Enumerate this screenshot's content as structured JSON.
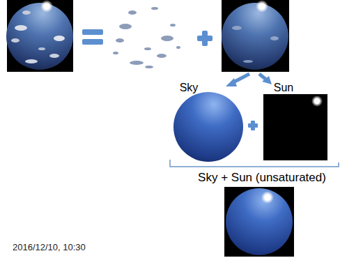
{
  "diagram": {
    "nodes": [
      {
        "text": [
          "Sky"
        ]
      },
      {
        "text": [
          "Sun"
        ]
      },
      {
        "text": [
          "Sky + Sun (unsaturated)"
        ]
      }
    ],
    "labels": [
      "2016/12/10, 10:30"
    ]
  }
}
